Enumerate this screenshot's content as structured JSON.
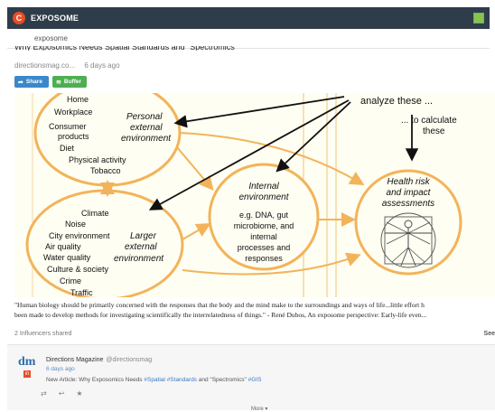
{
  "app": {
    "title": "EXPOSOME",
    "logo_glyph": "C",
    "subtab_label": "exposome"
  },
  "article": {
    "title": "Why Exposomics Needs Spatial Standards and \"Spectromics\"",
    "source": "directionsmag.co...",
    "age": "6 days ago",
    "share_label": "Share",
    "buffer_label": "Buffer"
  },
  "figure": {
    "arrow_label_analyze": "analyze these ...",
    "arrow_label_calculate_1": "... to calculate",
    "arrow_label_calculate_2": "these",
    "personal": {
      "title": [
        "Personal",
        "external",
        "environment"
      ],
      "items": [
        "Home",
        "Workplace",
        "Consumer",
        "products",
        "Diet",
        "Physical activity",
        "Tobacco"
      ]
    },
    "larger": {
      "title": [
        "Larger",
        "external",
        "environment"
      ],
      "items": [
        "Climate",
        "Noise",
        "City environment",
        "Air quality",
        "Water quality",
        "Culture & society",
        "Crime",
        "Traffic"
      ]
    },
    "internal": {
      "title": [
        "Internal",
        "environment"
      ],
      "items": [
        "e.g. DNA, gut",
        "microbiome, and",
        "internal",
        "processes and",
        "responses"
      ]
    },
    "health": {
      "title": [
        "Health risk",
        "and impact",
        "assessments"
      ]
    }
  },
  "quote": {
    "line1": "\"Human biology should be primarily concerned with the responses that the body and the mind make to the surroundings and ways of life...little effort h",
    "line2": "been made to develop methods for investigating scientifically the interrelatedness of things.\" - René Dubos, An exposome perspective: Early-life even..."
  },
  "influencers": "2 Influencers shared",
  "see_label": "See",
  "feed": {
    "avatar_text": "dm",
    "badge_text": "in",
    "author": "Directions Magazine",
    "handle": "@directionsmag",
    "ago": "6 days ago",
    "post_prefix": "New Article: Why Exposomics Needs",
    "tag1": "#Spatial",
    "tag2": "#Standards",
    "post_mid": "and \"Spectromics\"",
    "tag3": "#GIS",
    "more_label": "More ▾"
  },
  "colors": {
    "topbar": "#2f3d4a",
    "accent": "#e94b24",
    "share": "#3b88c9",
    "buffer": "#4caf50",
    "ellipse_stroke": "#f3b35a",
    "figure_bg": "#fefef2"
  }
}
